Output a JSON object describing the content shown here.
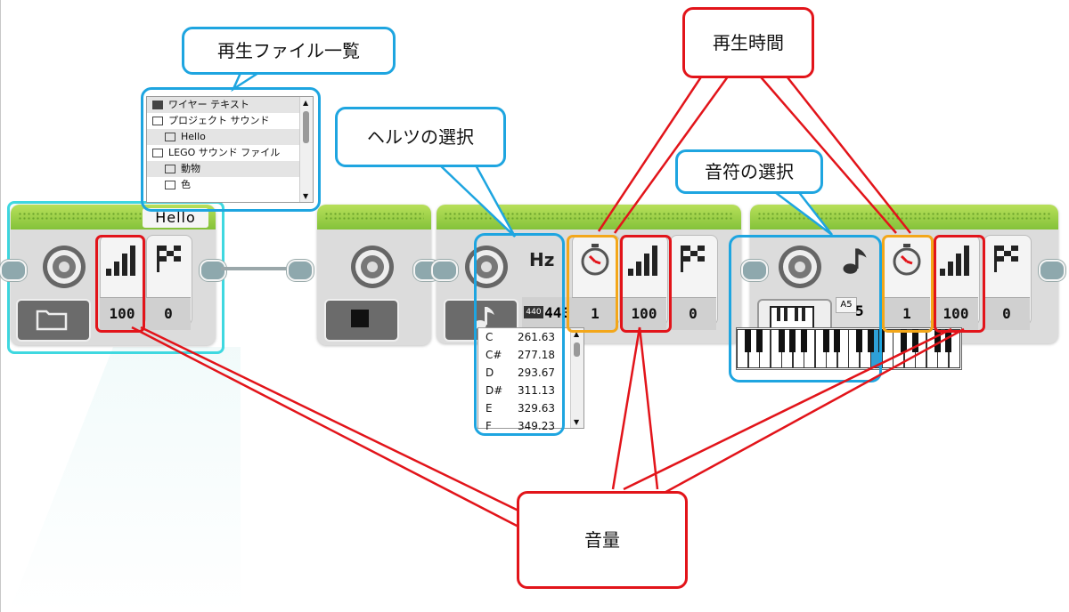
{
  "annotations": {
    "file_list": "再生ファイル一覧",
    "hertz_select": "ヘルツの選択",
    "note_select": "音符の選択",
    "play_time": "再生時間",
    "volume": "音量"
  },
  "blocks": {
    "file_block": {
      "filename": "Hello",
      "volume": "100",
      "play_type": "0"
    },
    "stop_block": {},
    "tone_block": {
      "unit": "Hz",
      "frequency": "440",
      "duration": "1",
      "volume": "100",
      "play_type": "0"
    },
    "note_block": {
      "note": "A5",
      "note_visible": "5",
      "duration": "1",
      "volume": "100",
      "play_type": "0"
    }
  },
  "file_list": [
    {
      "label": "ワイヤー テキスト",
      "icon": "wire-icon"
    },
    {
      "label": "プロジェクト サウンド",
      "icon": "folder-icon"
    },
    {
      "label": "Hello",
      "icon": "sound-file-icon"
    },
    {
      "label": "LEGO サウンド ファイル",
      "icon": "folder-icon"
    },
    {
      "label": "動物",
      "icon": "folder-icon"
    },
    {
      "label": "色",
      "icon": "folder-icon"
    }
  ],
  "freq_list": [
    {
      "note": "C",
      "hz": "261.63"
    },
    {
      "note": "C#",
      "hz": "277.18"
    },
    {
      "note": "D",
      "hz": "293.67"
    },
    {
      "note": "D#",
      "hz": "311.13"
    },
    {
      "note": "E",
      "hz": "329.63"
    },
    {
      "note": "F",
      "hz": "349.23"
    }
  ],
  "colors": {
    "callout_blue": "#1ea5e0",
    "callout_red": "#e2141a",
    "duration_orange": "#f3a71a",
    "block_green": "#9ed048",
    "selection_cyan": "#3fd8e0"
  },
  "icons": [
    "speaker-icon",
    "volume-bars-icon",
    "checkered-flag-icon",
    "folder-icon",
    "stop-icon",
    "timer-icon",
    "music-note-icon",
    "piano-icon"
  ]
}
